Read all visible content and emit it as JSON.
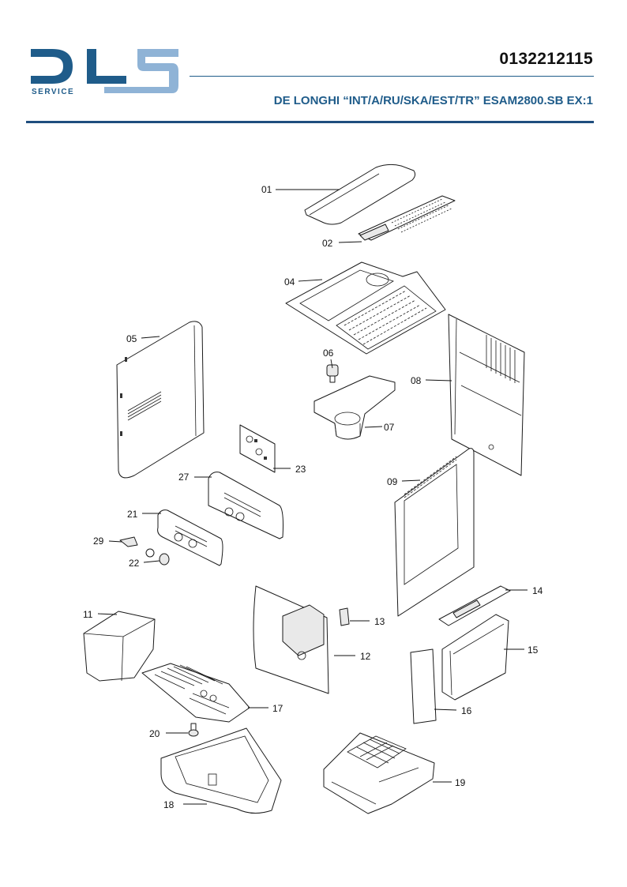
{
  "header": {
    "logo_text": "SERVICE",
    "document_number": "0132212115",
    "model_title": "DE LONGHI “INT/A/RU/SKA/EST/TR” ESAM2800.SB EX:1",
    "brand_color": "#1f5c8a",
    "logo_light_color": "#8fb3d6"
  },
  "parts": [
    {
      "label": "01"
    },
    {
      "label": "02"
    },
    {
      "label": "04"
    },
    {
      "label": "05"
    },
    {
      "label": "06"
    },
    {
      "label": "07"
    },
    {
      "label": "08"
    },
    {
      "label": "09"
    },
    {
      "label": "11"
    },
    {
      "label": "12"
    },
    {
      "label": "13"
    },
    {
      "label": "14"
    },
    {
      "label": "15"
    },
    {
      "label": "16"
    },
    {
      "label": "17"
    },
    {
      "label": "18"
    },
    {
      "label": "19"
    },
    {
      "label": "20"
    },
    {
      "label": "21"
    },
    {
      "label": "22"
    },
    {
      "label": "23"
    },
    {
      "label": "27"
    },
    {
      "label": "29"
    }
  ]
}
